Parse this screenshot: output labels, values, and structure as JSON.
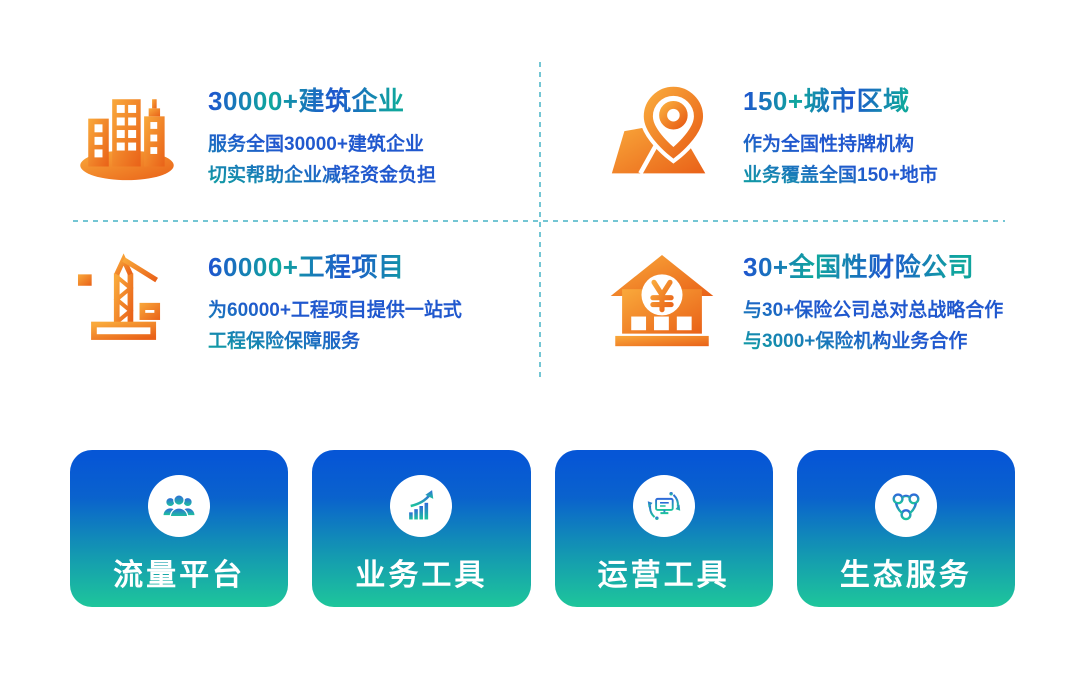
{
  "stats": {
    "items": [
      {
        "icon": "buildings-icon",
        "title": "30000+建筑企业",
        "line1": "服务全国30000+建筑企业",
        "line2": "切实帮助企业减轻资金负担"
      },
      {
        "icon": "map-pin-icon",
        "title": "150+城市区域",
        "line1": "作为全国性持牌机构",
        "line2": "业务覆盖全国150+地市"
      },
      {
        "icon": "tower-crane-icon",
        "title": "60000+工程项目",
        "line1": "为60000+工程项目提供一站式",
        "line2": "工程保险保障服务"
      },
      {
        "icon": "insurance-bank-icon",
        "title": "30+全国性财险公司",
        "line1": "与30+保险公司总对总战略合作",
        "line2": "与3000+保险机构业务合作"
      }
    ]
  },
  "cards": {
    "items": [
      {
        "icon": "users-group-icon",
        "label": "流量平台"
      },
      {
        "icon": "growth-chart-icon",
        "label": "业务工具"
      },
      {
        "icon": "monitor-sync-icon",
        "label": "运营工具"
      },
      {
        "icon": "eco-network-icon",
        "label": "生态服务"
      }
    ]
  },
  "colors": {
    "title_blue": "#1E56CE",
    "title_teal": "#0FA79D",
    "orange_light": "#F9A93B",
    "orange_deep": "#E96118",
    "card_gradient_top": "#0656D6",
    "card_gradient_bottom": "#1EC69B",
    "divider": "#74C6D4"
  }
}
